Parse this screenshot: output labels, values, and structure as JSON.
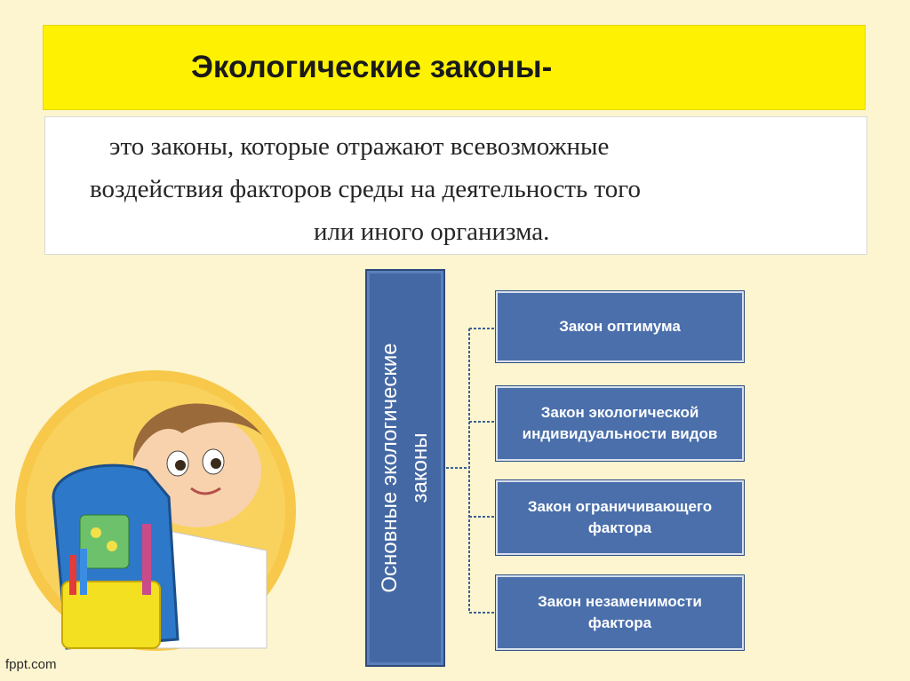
{
  "title": "Экологические законы-",
  "definition": {
    "line1": "это законы, которые отражают всевозможные",
    "line2": "воздействия факторов среды на деятельность того",
    "line3": "или иного организма."
  },
  "diagram": {
    "main_label_line1": "Основные экологические",
    "main_label_line2": "законы",
    "laws": [
      {
        "line1": "Закон оптимума",
        "line2": ""
      },
      {
        "line1": "Закон экологической",
        "line2": "индивидуальности видов"
      },
      {
        "line1": "Закон ограничивающего",
        "line2": "фактора"
      },
      {
        "line1": "Закон незаменимости",
        "line2": "фактора"
      }
    ]
  },
  "footer": "fppt.com",
  "colors": {
    "background": "#fdf5cf",
    "title_bar": "#fef202",
    "box_blue": "#4a6fab"
  }
}
